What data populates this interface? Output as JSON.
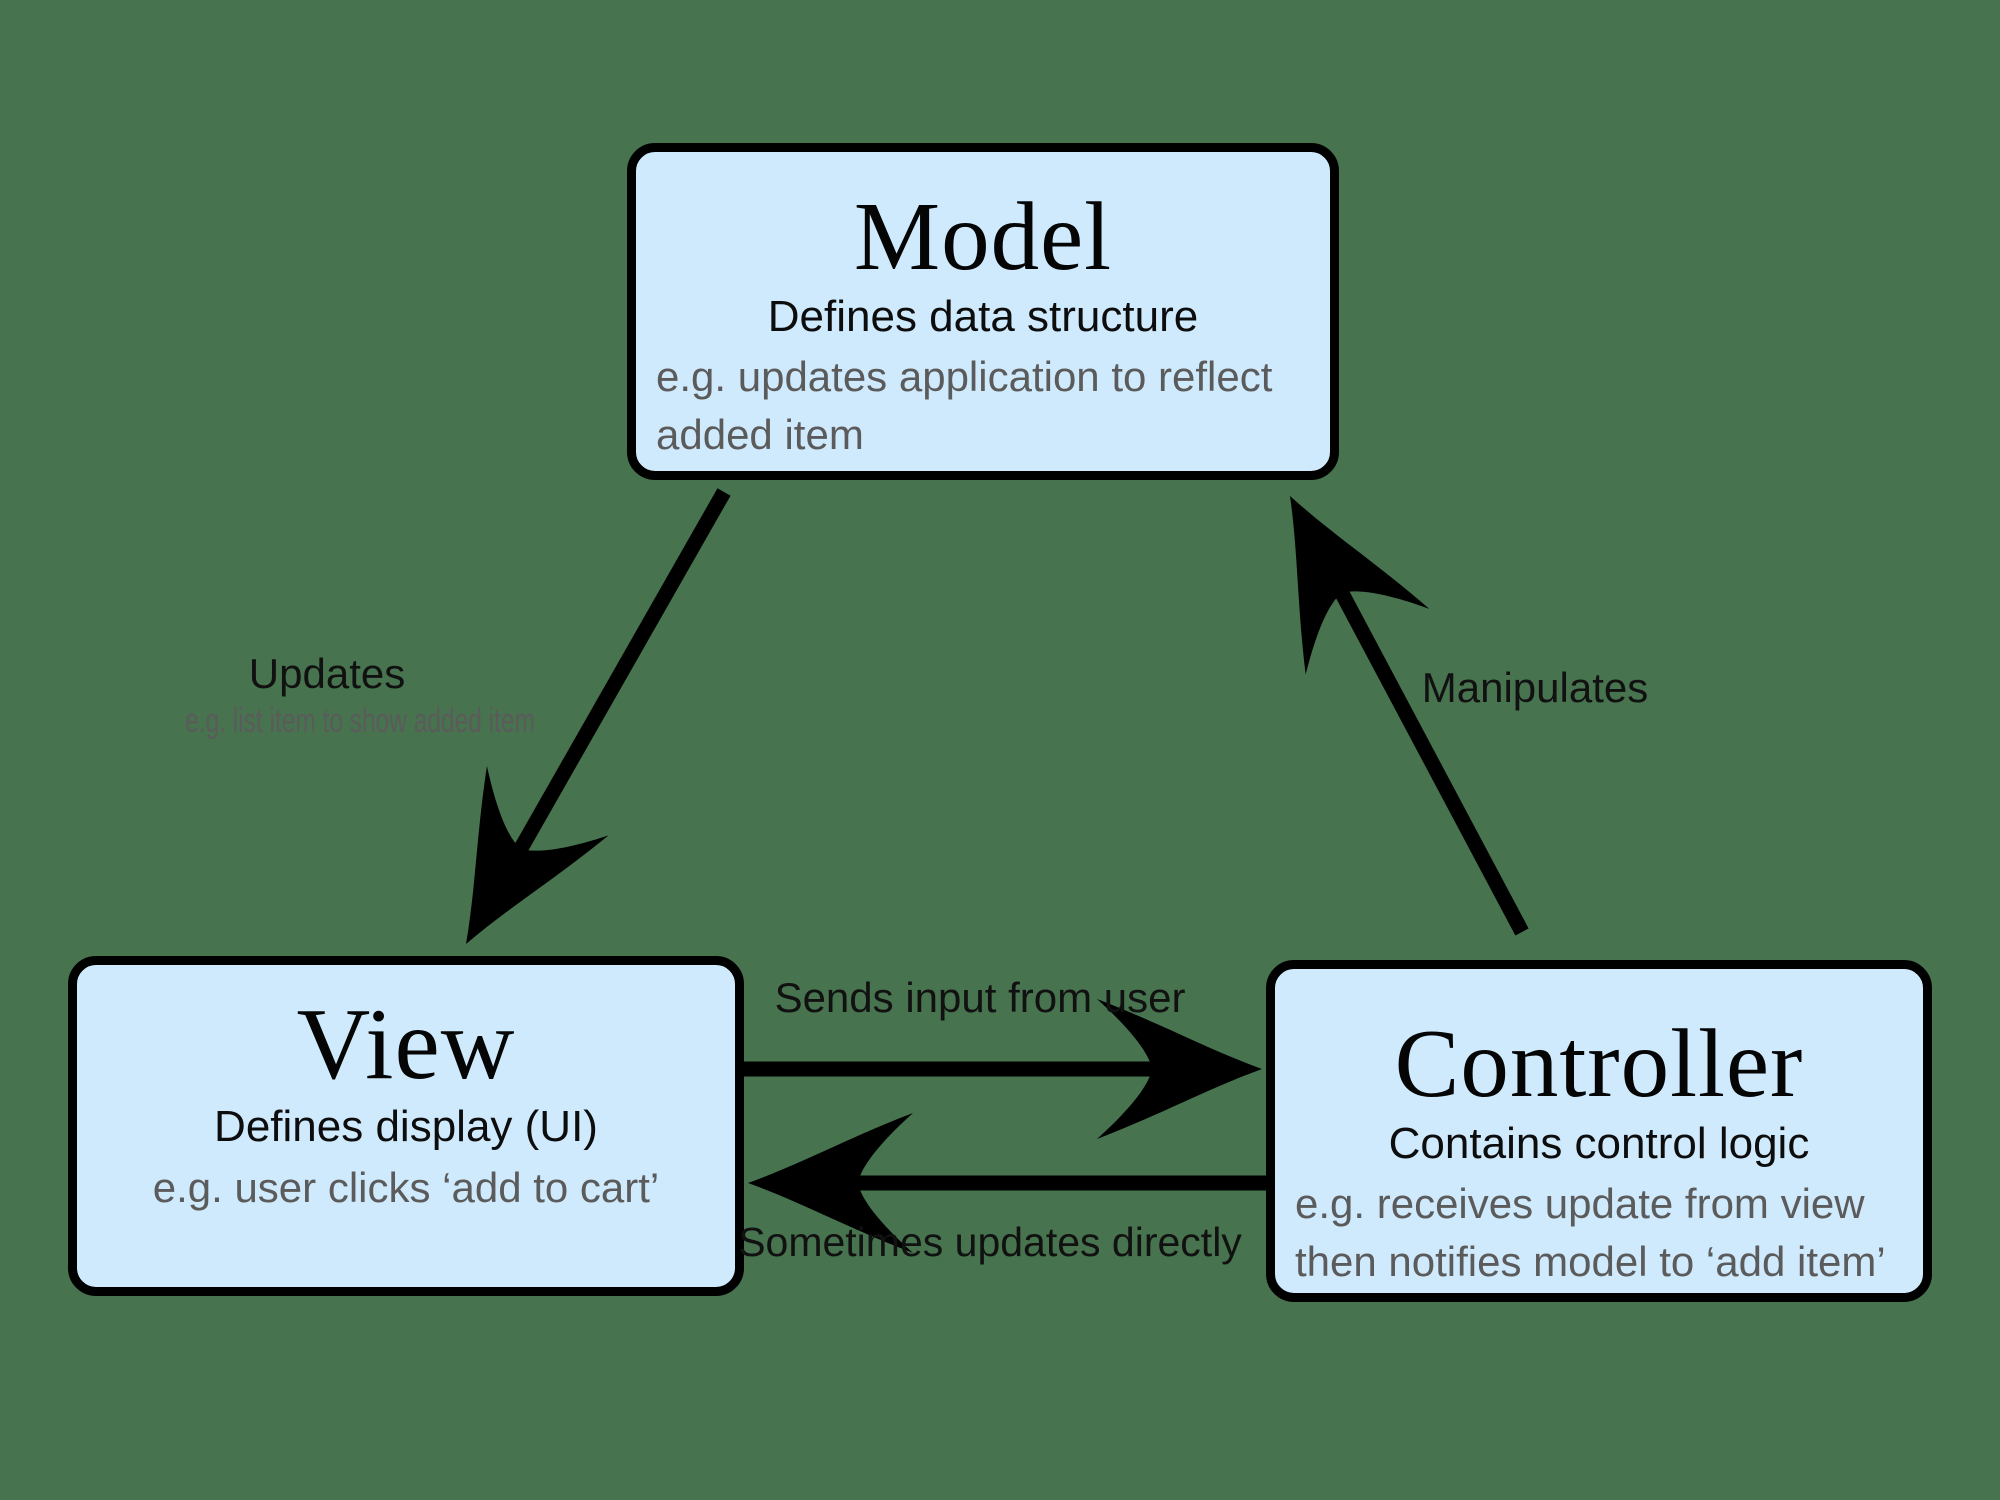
{
  "diagram": {
    "type": "mvc-architecture",
    "colors": {
      "background": "#47734f",
      "node_fill": "#cfeafd",
      "node_border": "#000000",
      "arrow": "#000000",
      "label_text": "#111111",
      "muted_text": "#5b5b5b"
    },
    "nodes": {
      "model": {
        "title": "Model",
        "subtitle": "Defines data structure",
        "example": "e.g. updates application to reflect\nadded item"
      },
      "view": {
        "title": "View",
        "subtitle": "Defines display (UI)",
        "example": "e.g. user clicks ‘add to cart’"
      },
      "controller": {
        "title": "Controller",
        "subtitle": "Contains control logic",
        "example": "e.g. receives update from view\nthen notifies model to ‘add item’"
      }
    },
    "edges": {
      "model_to_view": {
        "from": "Model",
        "to": "View",
        "label": "Updates",
        "sublabel": "e.g. list item to show added item"
      },
      "controller_to_model": {
        "from": "Controller",
        "to": "Model",
        "label": "Manipulates"
      },
      "view_to_controller": {
        "from": "View",
        "to": "Controller",
        "label": "Sends input from user"
      },
      "controller_to_view": {
        "from": "Controller",
        "to": "View",
        "label": "Sometimes updates directly"
      }
    }
  }
}
